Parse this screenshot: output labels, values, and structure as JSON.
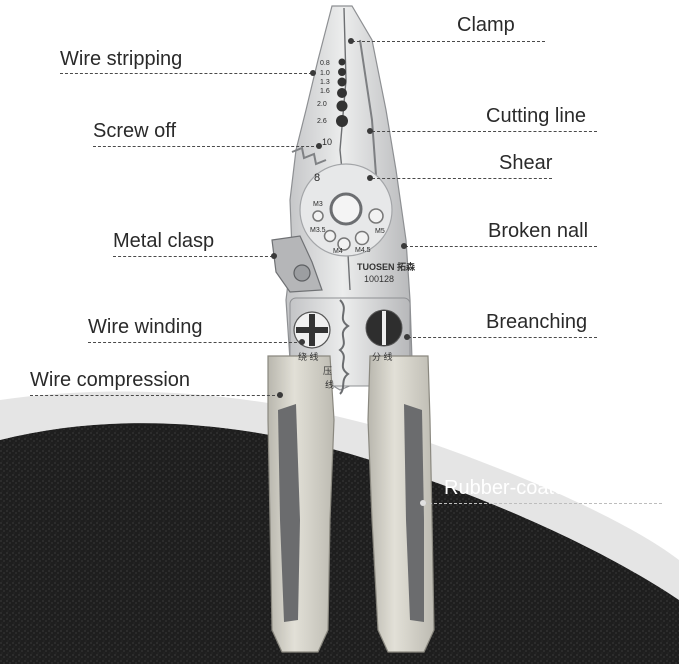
{
  "callouts": {
    "clamp": "Clamp",
    "wire_stripping": "Wire stripping",
    "cutting_line": "Cutting line",
    "screw_off": "Screw off",
    "shear": "Shear",
    "metal_clasp": "Metal clasp",
    "broken_nall": "Broken nall",
    "wire_winding": "Wire winding",
    "breanching": "Breanching",
    "wire_compression": "Wire compression",
    "rubber_coated_handle": "Rubber-coated handle"
  },
  "tool": {
    "brand": "TUOSEN 拓森",
    "model": "100128",
    "strip_sizes": [
      "0.8",
      "1.0",
      "1.3",
      "1.6",
      "2.0",
      "2.6"
    ],
    "strip_size_extra": "10",
    "size_8": "8",
    "screw_sizes": {
      "m3": "M3",
      "m3_5": "M3.5",
      "m4": "M4",
      "m4_5": "M4.5",
      "m5": "M5"
    },
    "winding_chars": "绕 线",
    "crimp_chars": [
      "压",
      "线"
    ],
    "branch_chars": "分 线"
  },
  "colors": {
    "steel": "#d9dadb",
    "steel_dark": "#9ea0a3",
    "handle_outer": "#d4d2c8",
    "handle_inner": "#6b6c6e",
    "text": "#2a2a2a",
    "backdrop": "#1c1c1c"
  }
}
